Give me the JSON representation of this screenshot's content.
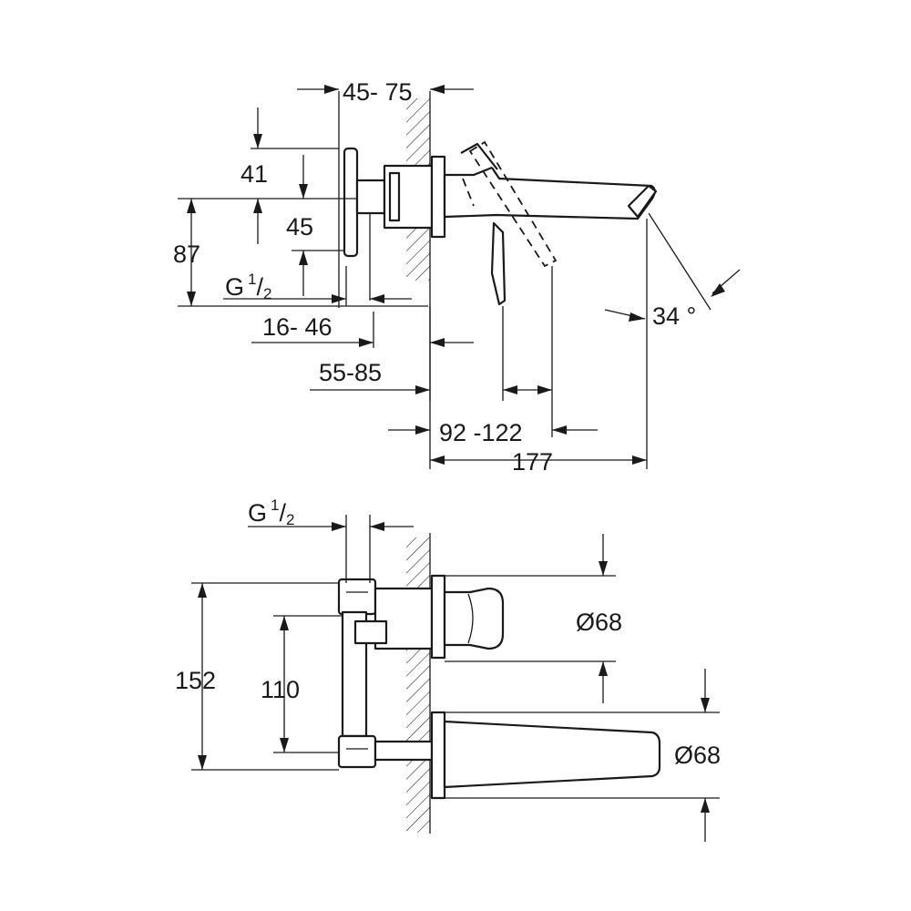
{
  "side_view": {
    "dims": {
      "wall_depth": "45- 75",
      "height_41": "41",
      "height_45": "45",
      "height_87": "87",
      "thread_prefix": "G",
      "thread_num": "1",
      "thread_den": "2",
      "depth_16_46": "16- 46",
      "depth_55_85": "55-85",
      "reach_92_122": "92 -122",
      "reach_177": "177",
      "angle": "34 °"
    }
  },
  "front_view": {
    "dims": {
      "thread_prefix": "G",
      "thread_num": "1",
      "thread_den": "2",
      "height_152": "152",
      "height_110": "110",
      "diameter_handle": "Ø68",
      "diameter_spout": "Ø68"
    }
  }
}
